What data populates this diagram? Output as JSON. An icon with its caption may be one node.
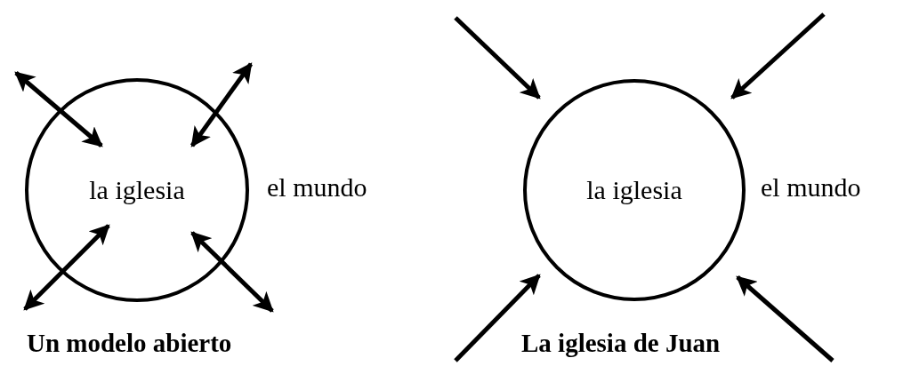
{
  "diagram": {
    "nodes": [
      {
        "text": [
          "la iglesia"
        ]
      },
      {
        "text": [
          "la iglesia"
        ]
      }
    ],
    "edges": [
      {
        "from": null,
        "to": 0,
        "arrow": "both"
      },
      {
        "from": null,
        "to": 0,
        "arrow": "both"
      },
      {
        "from": null,
        "to": 0,
        "arrow": "both"
      },
      {
        "from": null,
        "to": 0,
        "arrow": "both"
      },
      {
        "from": null,
        "to": 1,
        "arrow": "to"
      },
      {
        "from": null,
        "to": 1,
        "arrow": "to"
      },
      {
        "from": null,
        "to": 1,
        "arrow": "to"
      },
      {
        "from": null,
        "to": 1,
        "arrow": "to"
      }
    ],
    "labels": [
      "el mundo",
      "el mundo",
      "Un modelo abierto",
      "La iglesia de Juan"
    ]
  }
}
